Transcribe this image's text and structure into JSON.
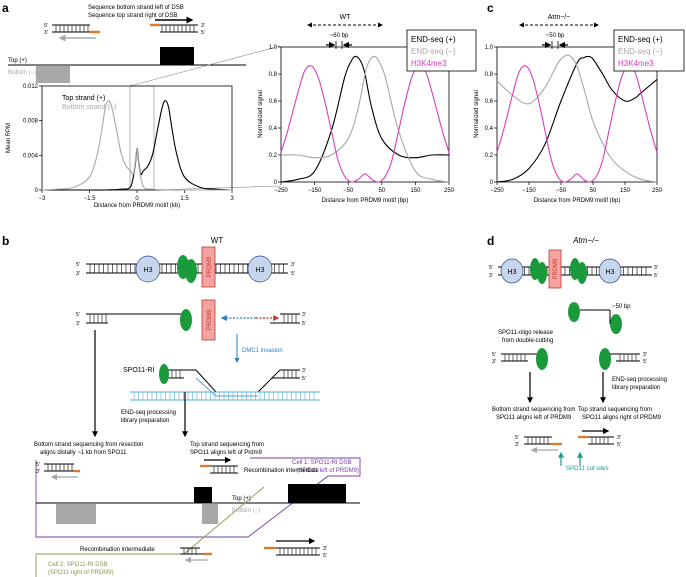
{
  "panel_labels": {
    "a": "a",
    "b": "b",
    "c": "c",
    "d": "d"
  },
  "panel_a": {
    "seq_line1": "Sequence bottom strand left of DSB",
    "seq_line2": "Sequence top strand right of DSB",
    "top_label": "Top (+)",
    "bottom_label": "Bottom (−)",
    "five": "5′",
    "three": "3′"
  },
  "legend_a": {
    "top": "Top strand (+)",
    "bottom": "Bottom strand (−)"
  },
  "legend_norm": {
    "plus": "END-seq (+)",
    "minus": "END-seq (−)",
    "h3k4me3": "H3K4me3"
  },
  "colors": {
    "orange": "#e07b2e",
    "gray": "#a8a8a8",
    "magenta": "#d63fbf",
    "blue": "#2a7fc1",
    "red": "#c0392b",
    "teal": "#1a9e8a",
    "green": "#1a9a3a",
    "purple": "#7a3fa0",
    "olive": "#8a9a52",
    "h3": "#c8d6ec",
    "prdm9": "#f4a3a3",
    "dna_cyan": "#52b0dc"
  },
  "chart_data": [
    {
      "type": "line",
      "title": "",
      "xlabel": "Distance from PRDM9 motif (kb)",
      "ylabel": "Mean RPM",
      "xlim": [
        -3,
        3
      ],
      "ylim": [
        0,
        0.012
      ],
      "xticks": [
        -3,
        -1.5,
        0,
        1.5,
        3
      ],
      "yticks": [
        0,
        0.004,
        0.008,
        0.012
      ],
      "xtick_labels": [
        "−3",
        "−1.5",
        "0",
        "1.5",
        "3"
      ],
      "ytick_labels": [
        "0",
        "0.004",
        "0.008",
        "0.012"
      ],
      "series": [
        {
          "name": "Top strand (+)",
          "color": "#000000",
          "x": [
            -3,
            -1.5,
            -1,
            -0.5,
            -0.2,
            -0.06,
            0,
            0.06,
            0.12,
            0.2,
            0.35,
            0.5,
            0.65,
            0.8,
            0.9,
            1,
            1.1,
            1.25,
            1.5,
            2,
            2.5,
            3
          ],
          "y": [
            0,
            0,
            0,
            0.0001,
            0.0004,
            0.0028,
            0.0048,
            0.003,
            0.0018,
            0.0022,
            0.0028,
            0.0042,
            0.007,
            0.0096,
            0.0103,
            0.0095,
            0.0072,
            0.0042,
            0.0015,
            0.0003,
            0.0001,
            0
          ]
        },
        {
          "name": "Bottom strand (−)",
          "color": "#a8a8a8",
          "x": [
            -3,
            -2.5,
            -2,
            -1.5,
            -1.25,
            -1.1,
            -1,
            -0.9,
            -0.8,
            -0.65,
            -0.5,
            -0.35,
            -0.2,
            -0.12,
            -0.06,
            0,
            0.06,
            0.2,
            0.5,
            1,
            1.5,
            3
          ],
          "y": [
            0,
            0.0001,
            0.0003,
            0.0015,
            0.0042,
            0.0072,
            0.0095,
            0.0103,
            0.0096,
            0.007,
            0.0042,
            0.0028,
            0.0022,
            0.0018,
            0.003,
            0.0048,
            0.0028,
            0.0004,
            0.0001,
            0,
            0,
            0
          ]
        }
      ]
    },
    {
      "type": "line",
      "title": "WT",
      "annotation": "~60 bp",
      "xlabel": "Distance from PRDM9 motif (bp)",
      "ylabel": "Normalized signal",
      "xlim": [
        -250,
        250
      ],
      "ylim": [
        0,
        1.0
      ],
      "xticks": [
        -250,
        -150,
        -50,
        50,
        150,
        250
      ],
      "yticks": [
        0,
        0.2,
        0.4,
        0.6,
        0.8,
        1.0
      ],
      "xtick_labels": [
        "−250",
        "−150",
        "−50",
        "50",
        "150",
        "250"
      ],
      "ytick_labels": [
        "0",
        "0.2",
        "0.4",
        "0.6",
        "0.8",
        "1.0"
      ],
      "series": [
        {
          "name": "END-seq (+)",
          "color": "#000000",
          "x": [
            -250,
            -200,
            -150,
            -100,
            -60,
            -40,
            -30,
            -20,
            -10,
            0,
            20,
            50,
            100,
            150,
            200,
            250
          ],
          "y": [
            0,
            0.02,
            0.08,
            0.38,
            0.78,
            0.9,
            0.93,
            0.92,
            0.88,
            0.8,
            0.55,
            0.32,
            0.2,
            0.18,
            0.2,
            0.2
          ]
        },
        {
          "name": "END-seq (−)",
          "color": "#a8a8a8",
          "x": [
            -250,
            -200,
            -150,
            -100,
            -50,
            -20,
            0,
            10,
            20,
            30,
            40,
            60,
            100,
            150,
            200,
            250
          ],
          "y": [
            0.2,
            0.2,
            0.18,
            0.2,
            0.32,
            0.55,
            0.8,
            0.88,
            0.92,
            0.93,
            0.9,
            0.78,
            0.38,
            0.08,
            0.02,
            0
          ]
        },
        {
          "name": "H3K4me3",
          "color": "#d63fbf",
          "x": [
            -250,
            -230,
            -200,
            -180,
            -160,
            -140,
            -120,
            -100,
            -80,
            -60,
            -40,
            -20,
            0,
            20,
            40,
            60,
            80,
            100,
            120,
            140,
            160,
            180,
            200,
            230,
            250
          ],
          "y": [
            0.22,
            0.38,
            0.66,
            0.82,
            0.86,
            0.78,
            0.6,
            0.38,
            0.16,
            0.04,
            0.0,
            0.02,
            0.06,
            0.02,
            0.0,
            0.04,
            0.16,
            0.38,
            0.6,
            0.78,
            0.86,
            0.82,
            0.66,
            0.38,
            0.22
          ]
        }
      ]
    },
    {
      "type": "line",
      "title": "Atm−/−",
      "annotation": "~50 bp",
      "xlabel": "Distance from PRDM9 motif (bp)",
      "ylabel": "Normalized signal",
      "xlim": [
        -250,
        250
      ],
      "ylim": [
        0,
        1.0
      ],
      "xticks": [
        -250,
        -150,
        -50,
        50,
        150,
        250
      ],
      "yticks": [
        0,
        0.2,
        0.4,
        0.6,
        0.8,
        1.0
      ],
      "xtick_labels": [
        "−250",
        "−150",
        "−50",
        "50",
        "150",
        "250"
      ],
      "ytick_labels": [
        "0",
        "0.2",
        "0.4",
        "0.6",
        "0.8",
        "1.0"
      ],
      "series": [
        {
          "name": "END-seq (+)",
          "color": "#000000",
          "x": [
            -250,
            -200,
            -150,
            -100,
            -50,
            0,
            20,
            35,
            50,
            80,
            110,
            150,
            180,
            200,
            250
          ],
          "y": [
            0,
            0.02,
            0.1,
            0.28,
            0.6,
            0.88,
            0.92,
            0.93,
            0.91,
            0.8,
            0.68,
            0.6,
            0.62,
            0.66,
            0.76
          ]
        },
        {
          "name": "END-seq (−)",
          "color": "#a8a8a8",
          "x": [
            -250,
            -200,
            -150,
            -100,
            -60,
            -40,
            -30,
            -20,
            0,
            30,
            50,
            100,
            150,
            200,
            250
          ],
          "y": [
            0.75,
            0.64,
            0.58,
            0.7,
            0.88,
            0.93,
            0.94,
            0.93,
            0.86,
            0.62,
            0.45,
            0.2,
            0.08,
            0.02,
            0
          ]
        },
        {
          "name": "H3K4me3",
          "color": "#d63fbf",
          "x": [
            -250,
            -230,
            -200,
            -180,
            -160,
            -140,
            -120,
            -100,
            -80,
            -60,
            -40,
            -20,
            0,
            20,
            40,
            60,
            80,
            100,
            120,
            140,
            160,
            180,
            200,
            230,
            250
          ],
          "y": [
            0.22,
            0.38,
            0.66,
            0.82,
            0.86,
            0.78,
            0.6,
            0.38,
            0.16,
            0.04,
            0.0,
            0.02,
            0.06,
            0.02,
            0.0,
            0.04,
            0.16,
            0.38,
            0.6,
            0.78,
            0.86,
            0.82,
            0.66,
            0.38,
            0.22
          ]
        }
      ]
    }
  ],
  "panel_b": {
    "title": "WT",
    "h3": "H3",
    "prdm9": "PRDM9",
    "dmc1": "DMC1 invasion",
    "spo11ri": "SPO11-RI",
    "endseq1": "END-seq processing",
    "endseq2": "library preparation",
    "bottom_seq1": "Bottom strand sequencing from resection",
    "bottom_seq2": "aligns distally ~1 kb from SPO11",
    "top_seq1": "Top strand sequencing from",
    "top_seq2": "SPO11 aligns left of Prdm9",
    "cell1_1": "Cell 1: SPO11-RI DSB",
    "cell1_2": "(SPO11 left of PRDM9)",
    "recomb": "Recombination intermediate",
    "top_label": "Top (+)",
    "bottom_label": "Bottom (−)",
    "cell2_1": "Cell 2: SPO11-RI DSB",
    "cell2_2": "(SPO11 right of PRDM9)"
  },
  "panel_d": {
    "title": "Atm−/−",
    "h3": "H3",
    "prdm9": "PRDM9",
    "bp50": "~50 bp",
    "oligo1": "SPO11-oligo release",
    "oligo2": "from double-cutting",
    "endseq1": "END-seq processing",
    "endseq2": "library preparation",
    "bottom_seq1": "Bottom strand sequencing from",
    "bottom_seq2": "SPO11 aligns left of PRDM9",
    "top_seq1": "Top strand sequencing from",
    "top_seq2": "SPO11 aligns right of PRDM9",
    "cut": "SPO11 cut sites"
  }
}
